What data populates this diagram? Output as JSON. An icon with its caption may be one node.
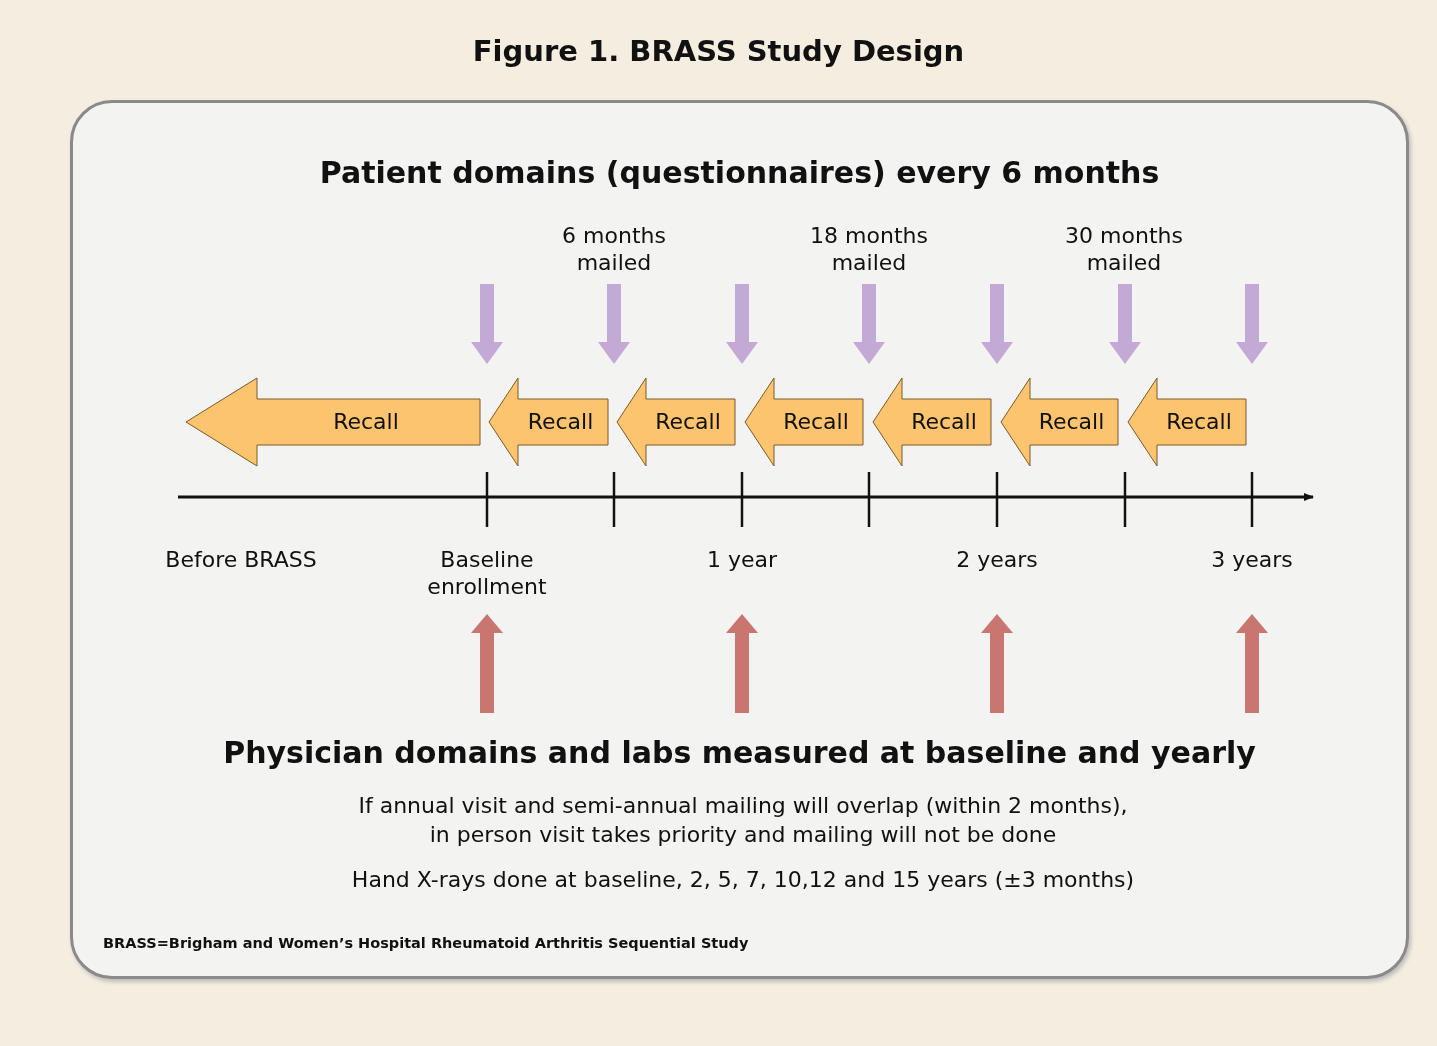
{
  "diagram": {
    "title": "Figure 1. BRASS Study Design",
    "nodes": [
      {
        "text": [
          "Patient domains (questionnaires) every 6 months",
          "Physician domains and labs measured at baseline and yearly",
          "If annual visit and semi-annual mailing will overlap (within 2 months), in person visit takes priority and mailing will not be done",
          "Hand X-rays done at baseline, 2, 5, 7, 10,12 and 15 years (±3 months)",
          "BRASS=Brigham and Women’s Hospital Rheumatoid Arthritis Sequential Study"
        ]
      },
      {
        "text": [
          "Recall"
        ],
        "in": 0
      },
      {
        "text": [
          "Recall"
        ],
        "in": 0
      },
      {
        "text": [
          "Recall"
        ],
        "in": 0
      },
      {
        "text": [
          "Recall"
        ],
        "in": 0
      },
      {
        "text": [
          "Recall"
        ],
        "in": 0
      },
      {
        "text": [
          "Recall"
        ],
        "in": 0
      },
      {
        "text": [
          "Recall"
        ],
        "in": 0
      }
    ],
    "edges": [],
    "labels": [
      "6 months mailed",
      "18 months mailed",
      "30 months mailed",
      "Before BRASS",
      "Baseline enrollment",
      "1 year",
      "2 years",
      "3 years"
    ]
  }
}
